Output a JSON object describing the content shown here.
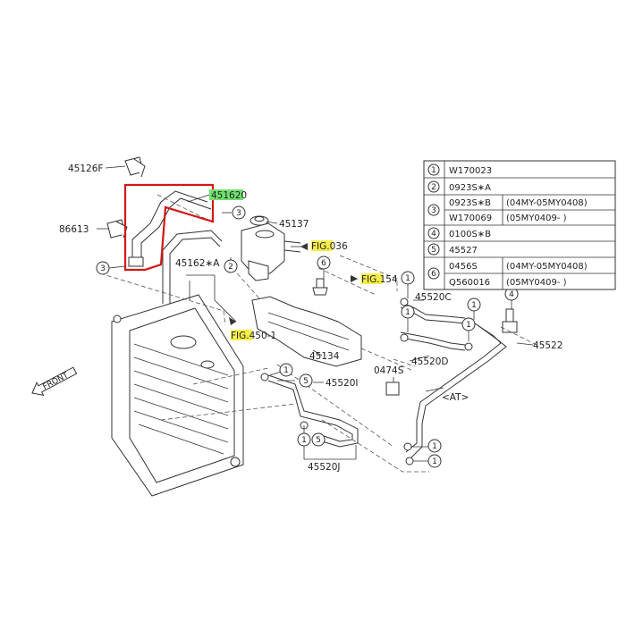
{
  "colors": {
    "highlight_part": "#6fe06f",
    "highlight_ref": "#f5ee4a",
    "highlight_outline": "#d01818",
    "line": "#333333"
  },
  "labels": {
    "p45126F": "45126F",
    "p451620": "451620",
    "p86613": "86613",
    "p45137": "45137",
    "fig036": "FIG.036",
    "p45162A": "45162∗A",
    "fig154": "FIG.154",
    "p45520C": "45520C",
    "fig450": "FIG.450-1",
    "p45134": "45134",
    "p45520D": "45520D",
    "p45522": "45522",
    "p0474S": "0474S",
    "at": "<AT>",
    "p45520I": "45520I",
    "p45520J": "45520J",
    "front": "FRONT"
  },
  "callouts": {
    "c1": "1",
    "c3": "3",
    "c4": "4",
    "c5": "5",
    "c6": "6"
  },
  "legend": [
    {
      "num": "1",
      "lines": [
        {
          "code": "W170023",
          "note": ""
        }
      ]
    },
    {
      "num": "2",
      "lines": [
        {
          "code": "0923S∗A",
          "note": ""
        }
      ]
    },
    {
      "num": "3",
      "lines": [
        {
          "code": "0923S∗B",
          "note": "(04MY-05MY0408)"
        },
        {
          "code": "W170069",
          "note": "(05MY0409-      )"
        }
      ]
    },
    {
      "num": "4",
      "lines": [
        {
          "code": "0100S∗B",
          "note": ""
        }
      ]
    },
    {
      "num": "5",
      "lines": [
        {
          "code": "45527",
          "note": ""
        }
      ]
    },
    {
      "num": "6",
      "lines": [
        {
          "code": "0456S",
          "note": "(04MY-05MY0408)"
        },
        {
          "code": "Q560016",
          "note": "(05MY0409-      )"
        }
      ]
    }
  ]
}
